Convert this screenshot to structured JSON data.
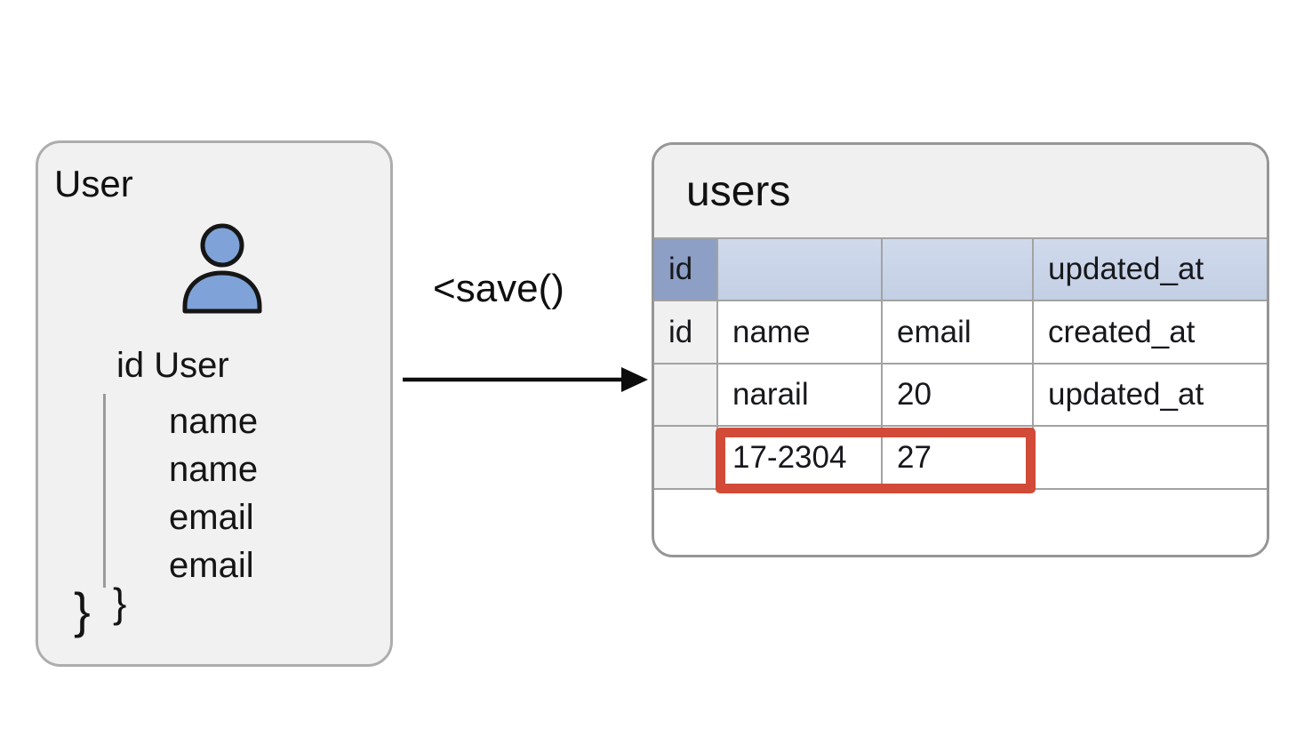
{
  "left_card": {
    "title": "User",
    "icon": "person-icon",
    "object_header": "id User",
    "fields": [
      "name",
      "name",
      "email",
      "email"
    ],
    "brace_outer": "}",
    "brace_inner": "}"
  },
  "arrow": {
    "label": "<save()"
  },
  "table": {
    "title": "users",
    "blue_header": [
      "id",
      "",
      "",
      "updated_at"
    ],
    "column_headers": [
      "id",
      "name",
      "email",
      "created_at"
    ],
    "data_rows": [
      [
        "",
        "narail",
        "20",
        "updated_at"
      ],
      [
        "",
        "17-2304",
        "27",
        ""
      ]
    ]
  },
  "colors": {
    "header_id_cell": "#8d9fc5",
    "header_row_blue": "#ccd6ea",
    "id_column_gray": "#f0f0f1",
    "card_background": "#f1f1f2",
    "highlight_red": "#d14b38",
    "person_icon_fill": "#7fa3d9",
    "grid_line": "#a2a2a2"
  }
}
